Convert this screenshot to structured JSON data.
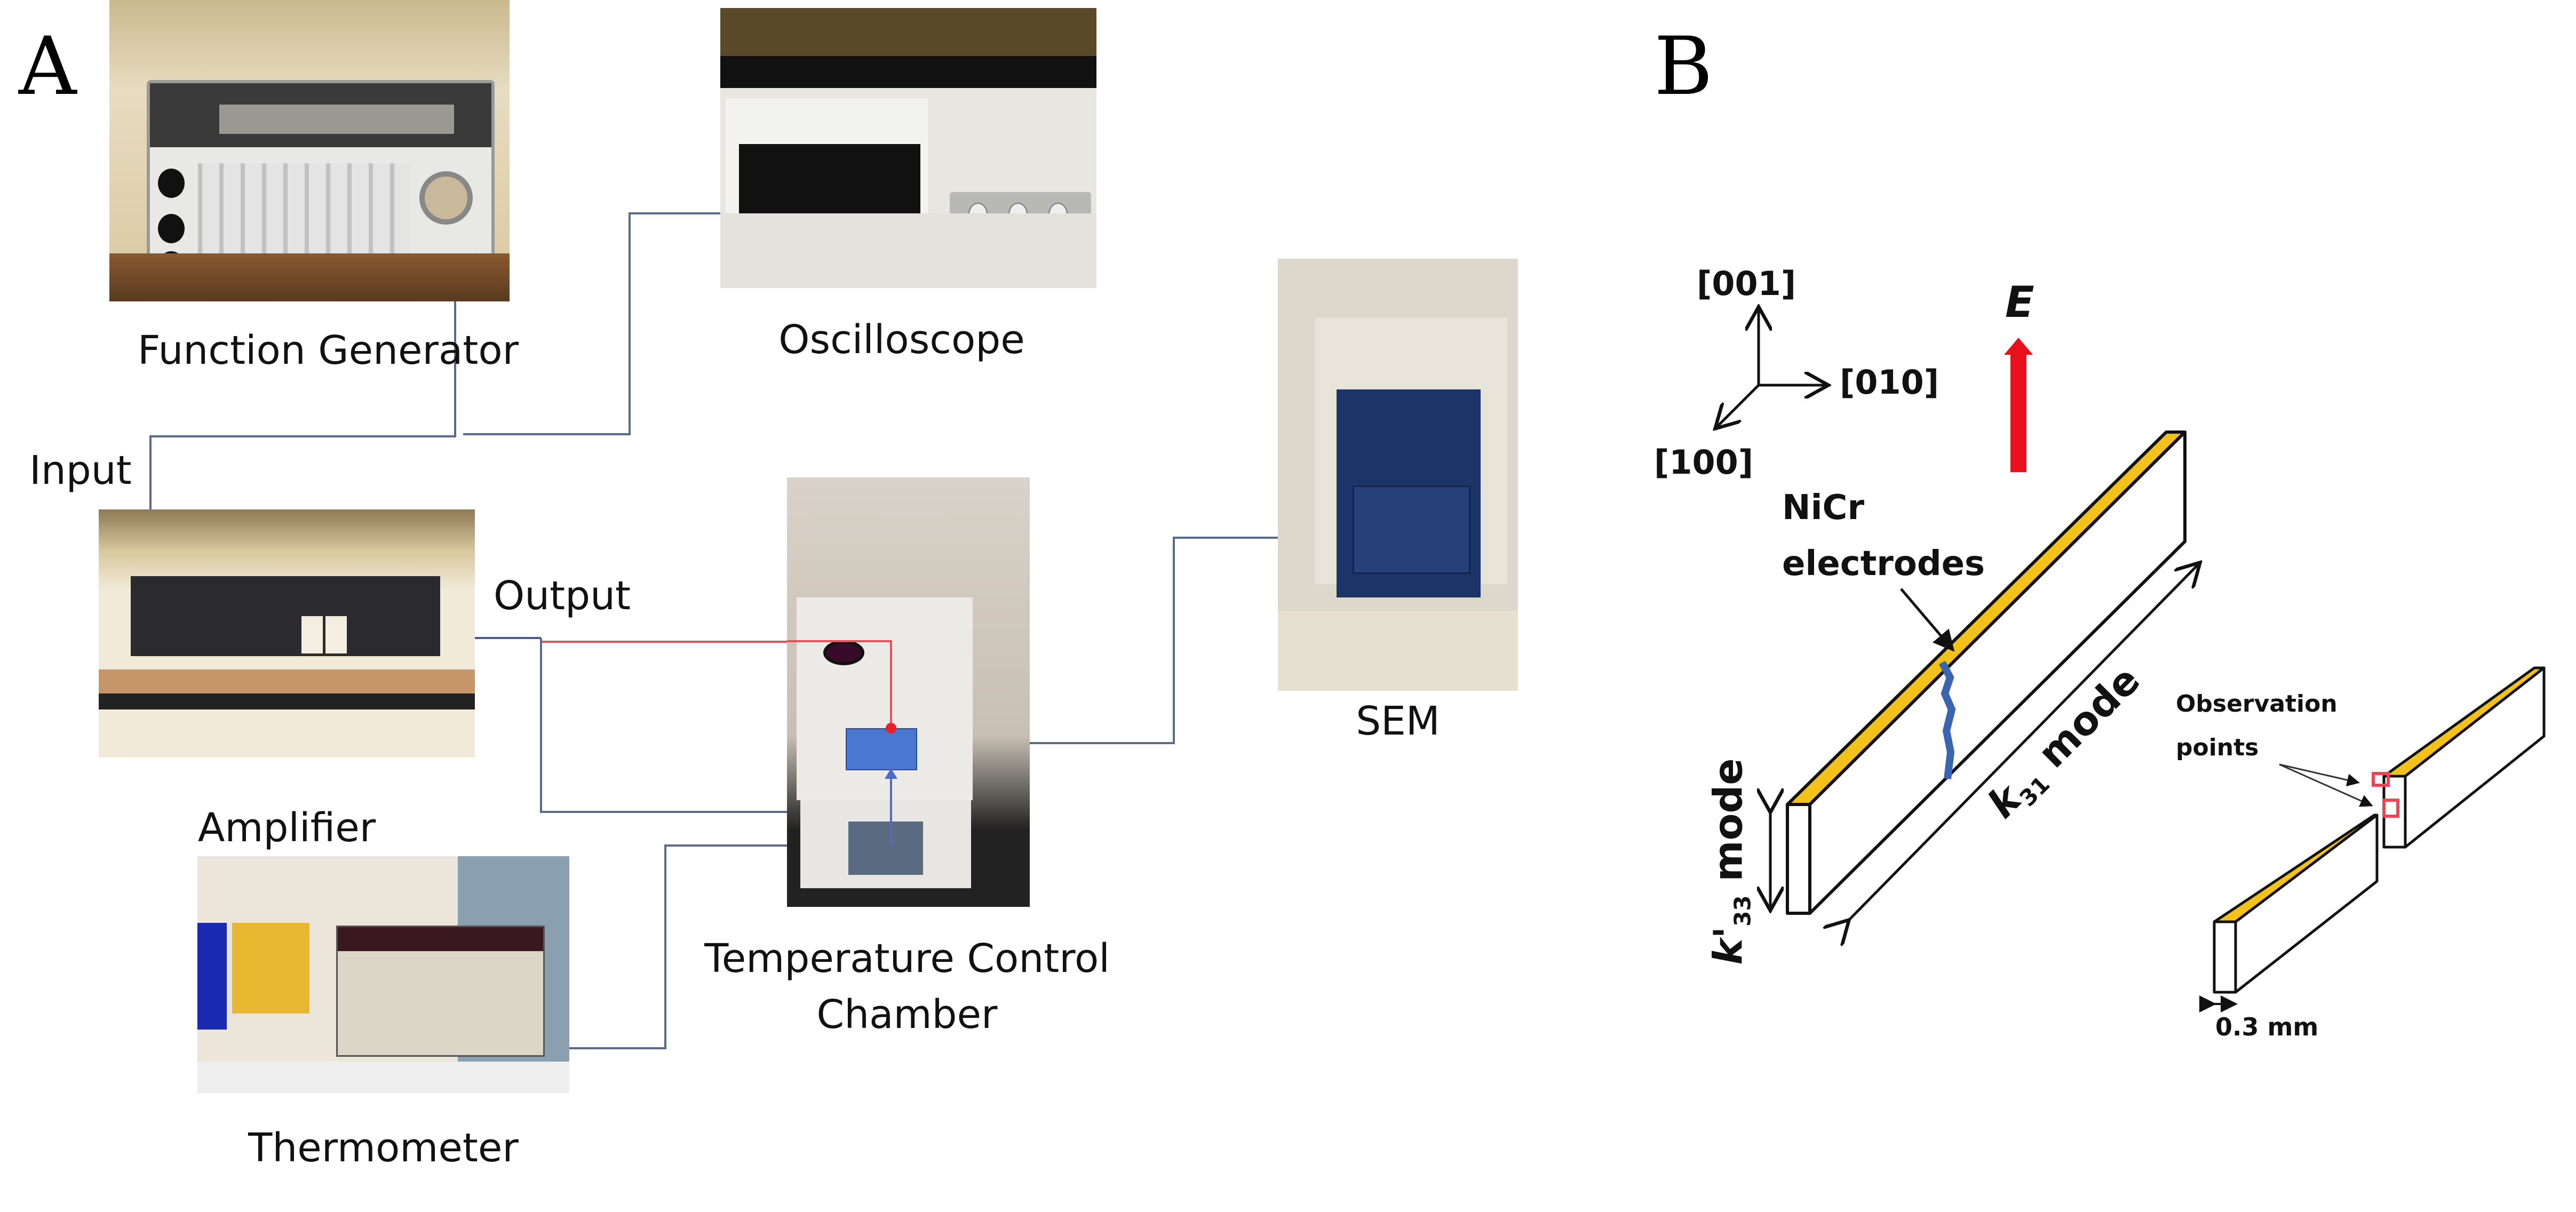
{
  "panel_a": {
    "letter": "A",
    "components": {
      "function_generator": "Function Generator",
      "oscilloscope": "Oscilloscope",
      "amplifier": "Amplifier",
      "thermometer": "Thermometer",
      "temperature_chamber_line1": "Temperature Control",
      "temperature_chamber_line2": "Chamber",
      "sem": "SEM"
    },
    "signal_labels": {
      "input": "Input",
      "output": "Output"
    },
    "colors": {
      "signal_wire": "#5a6a8a",
      "output_wire": "#e8505a",
      "sample": "#4a78d0"
    }
  },
  "panel_b": {
    "letter": "B",
    "axes": {
      "up": "[001]",
      "right": "[010]",
      "diag": "[100]"
    },
    "field_label": "E",
    "electrode_label_line1": "NiCr",
    "electrode_label_line2": "electrodes",
    "mode_length": {
      "k": "k",
      "sub": "31",
      "text": " mode"
    },
    "mode_thickness": {
      "k": "k'",
      "sub": "33",
      "text": " mode"
    },
    "observation_line1": "Observation",
    "observation_line2": "points",
    "thickness_label": "0.3 mm",
    "colors": {
      "field_arrow": "#e8101a",
      "electrode": "#f2c21a",
      "crack": "#3a66b0",
      "observation": "#ee4455"
    }
  }
}
